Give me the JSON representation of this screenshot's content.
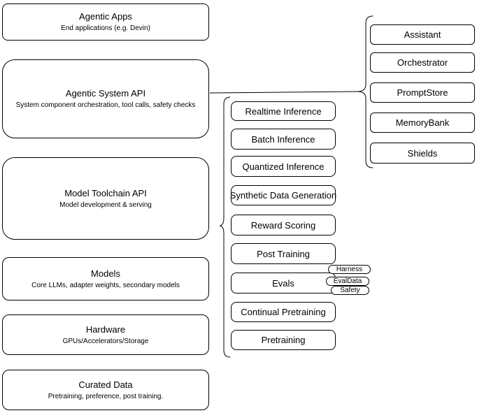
{
  "diagram": {
    "left_stack": [
      {
        "title": "Agentic Apps",
        "subtitle": "End applications (e.g. Devin)"
      },
      {
        "title": "Agentic System API",
        "subtitle": "System component orchestration, tool calls, safety checks"
      },
      {
        "title": "Model Toolchain API",
        "subtitle": "Model development & serving"
      },
      {
        "title": "Models",
        "subtitle": "Core LLMs, adapter weights, secondary models"
      },
      {
        "title": "Hardware",
        "subtitle": "GPUs/Accelerators/Storage"
      },
      {
        "title": "Curated Data",
        "subtitle": "Pretraining, preference, post training."
      }
    ],
    "toolchain_group": {
      "items": [
        {
          "label": "Realtime Inference"
        },
        {
          "label": "Batch Inference"
        },
        {
          "label": "Quantized Inference"
        },
        {
          "label": "Synthetic Data Generation"
        },
        {
          "label": "Reward Scoring"
        },
        {
          "label": "Post Training"
        },
        {
          "label": "Evals"
        },
        {
          "label": "Continual Pretraining"
        },
        {
          "label": "Pretraining"
        }
      ],
      "evals_tags": [
        {
          "label": "Harness"
        },
        {
          "label": "EvalData"
        },
        {
          "label": "Safety"
        }
      ]
    },
    "system_group": {
      "items": [
        {
          "label": "Assistant"
        },
        {
          "label": "Orchestrator"
        },
        {
          "label": "PromptStore"
        },
        {
          "label": "MemoryBank"
        },
        {
          "label": "Shields"
        }
      ]
    },
    "colors": {
      "stroke": "#000000",
      "background": "#ffffff",
      "text": "#000000"
    }
  }
}
